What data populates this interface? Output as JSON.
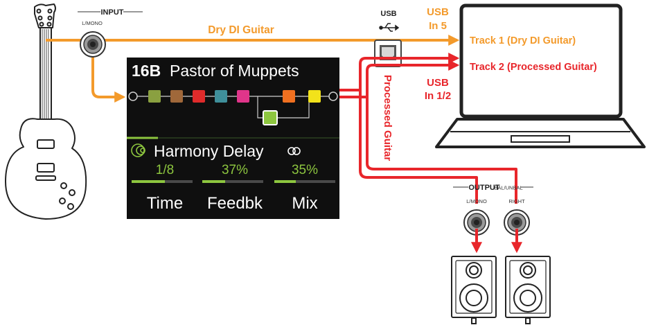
{
  "input": {
    "label": "INPUT",
    "sublabel": "L/MONO"
  },
  "dry_path_label": "Dry DI Guitar",
  "usb": {
    "label": "USB",
    "in5_line1": "USB",
    "in5_line2": "In 5",
    "in12_line1": "USB",
    "in12_line2": "In 1/2"
  },
  "tracks": {
    "track1": "Track 1 (Dry DI Guitar)",
    "track2": "Track 2 (Processed Guitar)"
  },
  "processed_label": "Processed Guitar",
  "screen": {
    "preset_number": "16B",
    "preset_name": "Pastor of Muppets",
    "block_name": "Harmony Delay",
    "params": [
      {
        "value": "1/8",
        "name": "Time",
        "level": 0.55
      },
      {
        "value": "37%",
        "name": "Feedbk",
        "level": 0.37
      },
      {
        "value": "35%",
        "name": "Mix",
        "level": 0.35
      }
    ],
    "blocks_top": [
      "#8aa040",
      "#a0683a",
      "#e02b2b",
      "#3f8f9a",
      "#e0358a",
      "#f07020",
      "#f2e21a"
    ],
    "block_bottom": "#8dc63f"
  },
  "output": {
    "label": "OUTPUT",
    "sublabel": "BAL/UNBAL",
    "left": "L/MONO",
    "right": "RIGHT"
  },
  "colors": {
    "dry": "#f39a2b",
    "processed": "#e8262b",
    "screen_bg": "#0f0f0f",
    "screen_accent": "#8dc63f"
  }
}
